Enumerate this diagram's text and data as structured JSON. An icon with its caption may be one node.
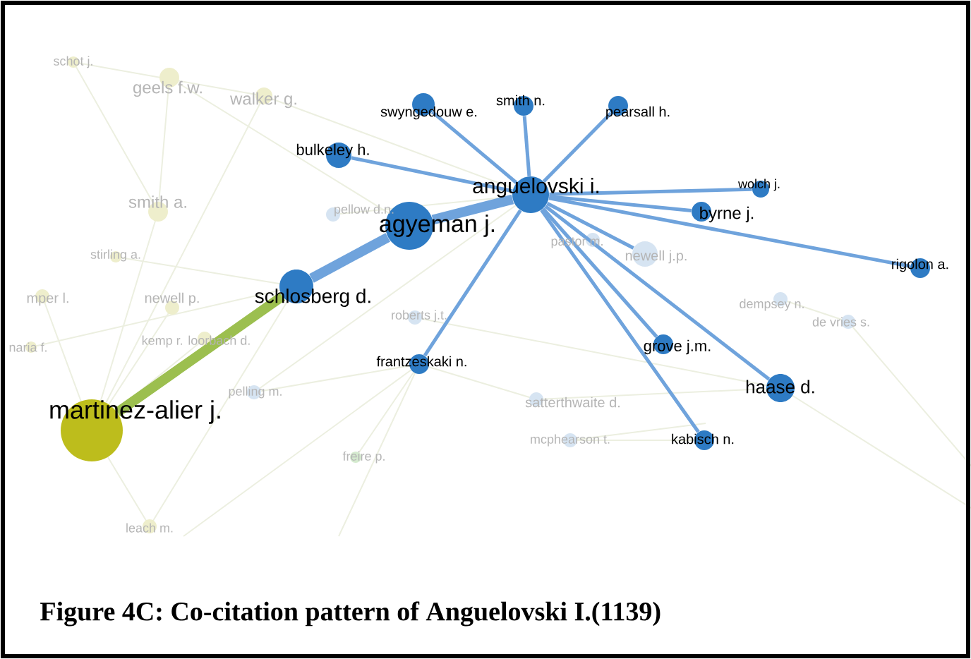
{
  "diagram": {
    "caption": "Figure 4C: Co-citation pattern of Anguelovski I.(1139)",
    "nodes": [
      {
        "text": [
          "anguelovski i."
        ]
      },
      {
        "text": [
          "agyeman j."
        ]
      },
      {
        "text": [
          "schlosberg d."
        ]
      },
      {
        "text": [
          "martinez-alier j."
        ]
      },
      {
        "text": [
          "bulkeley h."
        ]
      },
      {
        "text": [
          "swyngedouw e."
        ]
      },
      {
        "text": [
          "smith n."
        ]
      },
      {
        "text": [
          "pearsall h."
        ]
      },
      {
        "text": [
          "wolch j."
        ]
      },
      {
        "text": [
          "byrne j."
        ]
      },
      {
        "text": [
          "rigolon a."
        ]
      },
      {
        "text": [
          "newell j.p."
        ]
      },
      {
        "text": [
          "frantzeskaki n."
        ]
      },
      {
        "text": [
          "grove j.m."
        ]
      },
      {
        "text": [
          "haase d."
        ]
      },
      {
        "text": [
          "kabisch n."
        ]
      },
      {
        "text": [
          "schot j."
        ]
      },
      {
        "text": [
          "geels f.w."
        ]
      },
      {
        "text": [
          "walker g."
        ]
      },
      {
        "text": [
          "smith a."
        ]
      },
      {
        "text": [
          "pellow d.n."
        ]
      },
      {
        "text": [
          "stirling a."
        ]
      },
      {
        "text": [
          "mper l."
        ]
      },
      {
        "text": [
          "newell p."
        ]
      },
      {
        "text": [
          "naria f."
        ]
      },
      {
        "text": [
          "kemp r. loorbach d."
        ]
      },
      {
        "text": [
          "pelling m."
        ]
      },
      {
        "text": [
          "roberts j.t."
        ]
      },
      {
        "text": [
          "pastor m."
        ]
      },
      {
        "text": [
          "freire p."
        ]
      },
      {
        "text": [
          "satterthwaite d."
        ]
      },
      {
        "text": [
          "mcphearson t."
        ]
      },
      {
        "text": [
          "dempsey n."
        ]
      },
      {
        "text": [
          "de vries s."
        ]
      },
      {
        "text": [
          "leach m."
        ]
      }
    ],
    "edges": [
      {
        "from": 0,
        "to": 1,
        "arrow": "none",
        "style": "thick"
      },
      {
        "from": 1,
        "to": 2,
        "arrow": "none",
        "style": "thick"
      },
      {
        "from": 2,
        "to": 3,
        "arrow": "none",
        "style": "thick",
        "color": "#9cbf4f"
      },
      {
        "from": 0,
        "to": 4,
        "arrow": "none"
      },
      {
        "from": 0,
        "to": 5,
        "arrow": "none"
      },
      {
        "from": 0,
        "to": 6,
        "arrow": "none"
      },
      {
        "from": 0,
        "to": 7,
        "arrow": "none"
      },
      {
        "from": 0,
        "to": 8,
        "arrow": "none"
      },
      {
        "from": 0,
        "to": 9,
        "arrow": "none"
      },
      {
        "from": 0,
        "to": 10,
        "arrow": "none"
      },
      {
        "from": 0,
        "to": 11,
        "arrow": "none"
      },
      {
        "from": 0,
        "to": 12,
        "arrow": "none"
      },
      {
        "from": 0,
        "to": 13,
        "arrow": "none"
      },
      {
        "from": 0,
        "to": 14,
        "arrow": "none"
      },
      {
        "from": 0,
        "to": 15,
        "arrow": "none"
      }
    ]
  }
}
